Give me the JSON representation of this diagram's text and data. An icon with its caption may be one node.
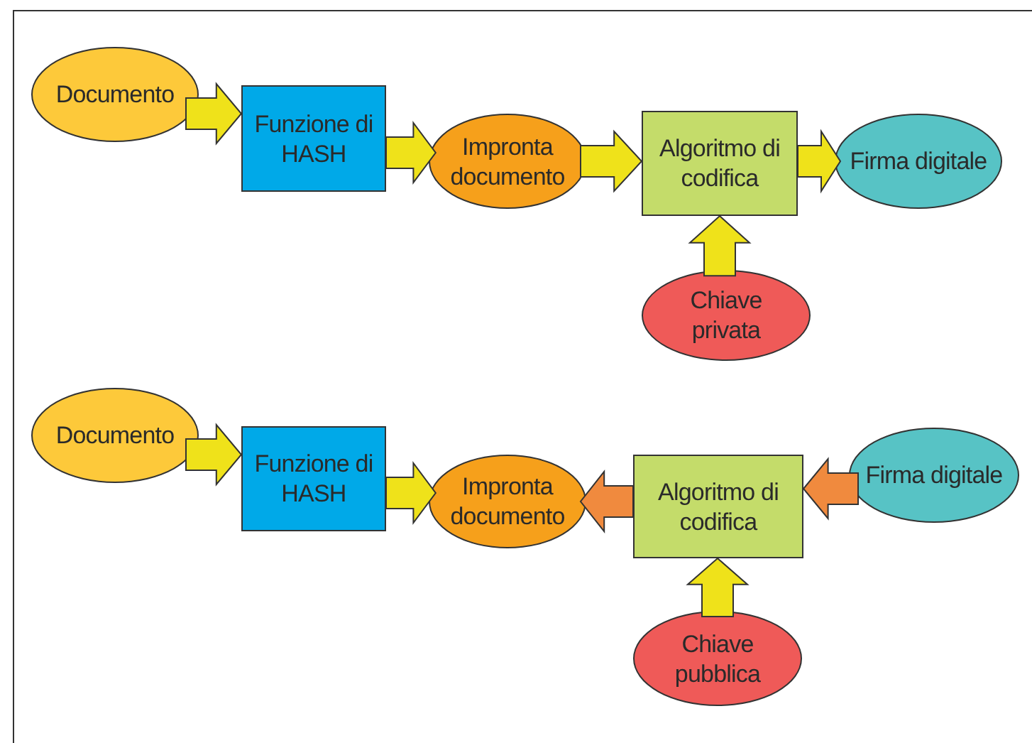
{
  "diagram": {
    "nodes": [
      {
        "text": [
          "Documento"
        ]
      },
      {
        "text": [
          "Funzione di HASH"
        ]
      },
      {
        "text": [
          "Impronta documento"
        ]
      },
      {
        "text": [
          "Algoritmo di codifica"
        ]
      },
      {
        "text": [
          "Firma digitale"
        ]
      },
      {
        "text": [
          "Chiave privata"
        ]
      },
      {
        "text": [
          "Documento"
        ]
      },
      {
        "text": [
          "Funzione di HASH"
        ]
      },
      {
        "text": [
          "Impronta documento"
        ]
      },
      {
        "text": [
          "Algoritmo di codifica"
        ]
      },
      {
        "text": [
          "Firma digitale"
        ]
      },
      {
        "text": [
          "Chiave pubblica"
        ]
      }
    ],
    "edges": [
      {
        "from": 0,
        "to": 1,
        "arrow": "to"
      },
      {
        "from": 1,
        "to": 2,
        "arrow": "to"
      },
      {
        "from": 2,
        "to": 3,
        "arrow": "to"
      },
      {
        "from": 3,
        "to": 4,
        "arrow": "to"
      },
      {
        "from": 5,
        "to": 3,
        "arrow": "to"
      },
      {
        "from": 6,
        "to": 7,
        "arrow": "to"
      },
      {
        "from": 7,
        "to": 8,
        "arrow": "to"
      },
      {
        "from": 9,
        "to": 8,
        "arrow": "to",
        "color": "#f08a3e"
      },
      {
        "from": 10,
        "to": 9,
        "arrow": "to",
        "color": "#f08a3e"
      },
      {
        "from": 11,
        "to": 9,
        "arrow": "to"
      }
    ]
  }
}
